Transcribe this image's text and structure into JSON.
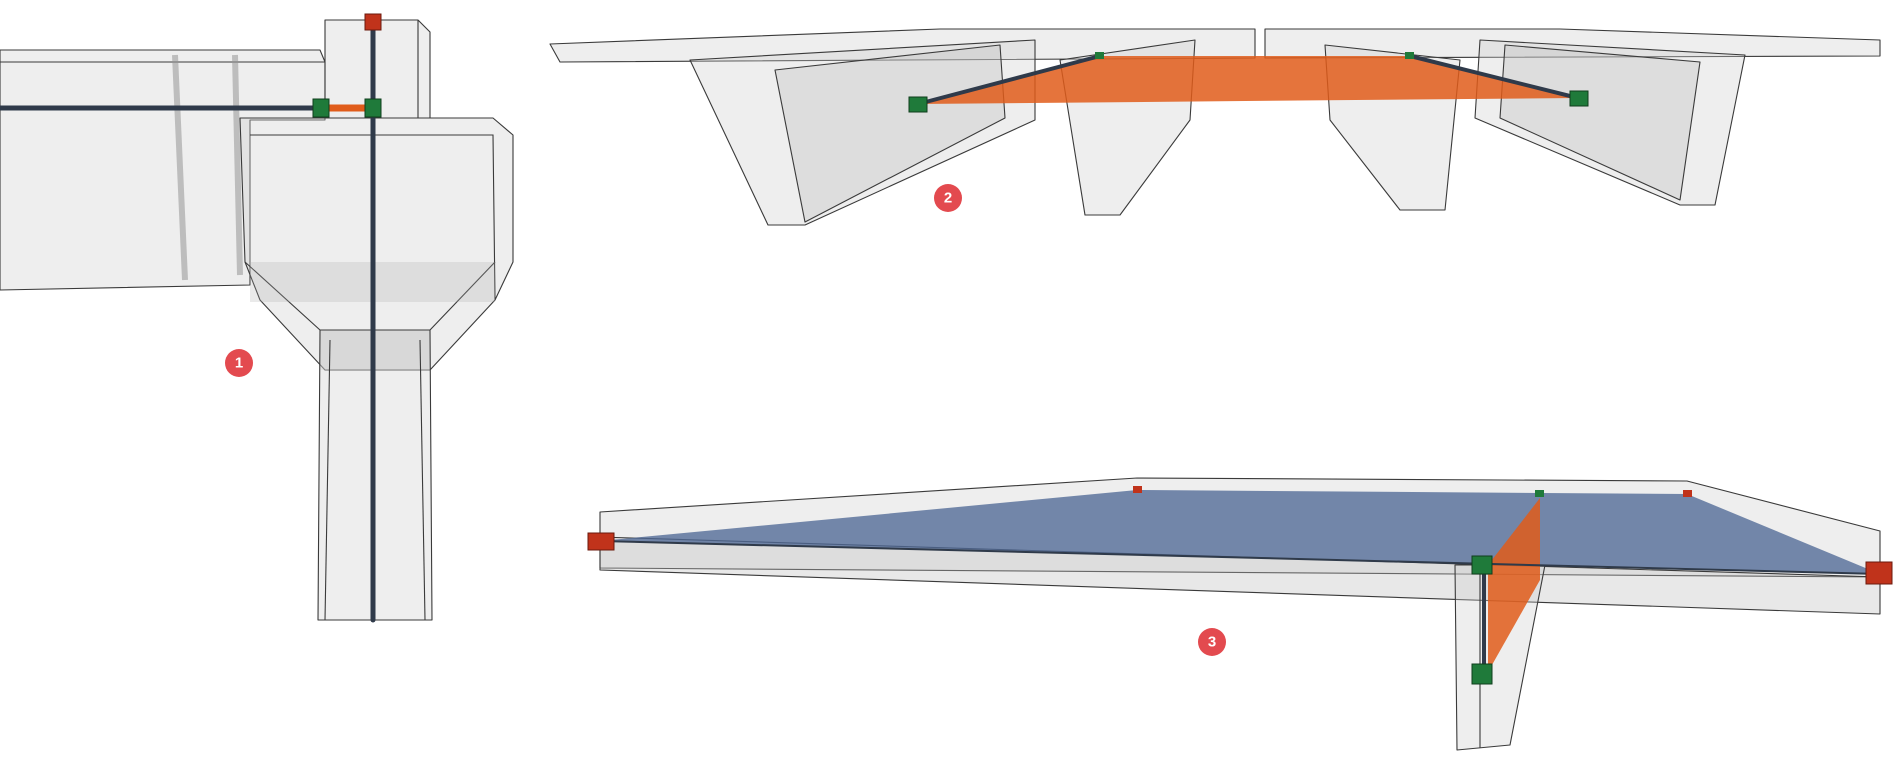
{
  "colors": {
    "node_green": "#1f7a3a",
    "node_red": "#c0331b",
    "orange_surface": "#e05c1a",
    "blue_surface": "#5069a0",
    "axis_line": "#2f3a4a",
    "badge_fill": "#e34a4f",
    "badge_text": "#ffffff"
  },
  "markers": [
    {
      "label": "1"
    },
    {
      "label": "2"
    },
    {
      "label": "3"
    }
  ]
}
